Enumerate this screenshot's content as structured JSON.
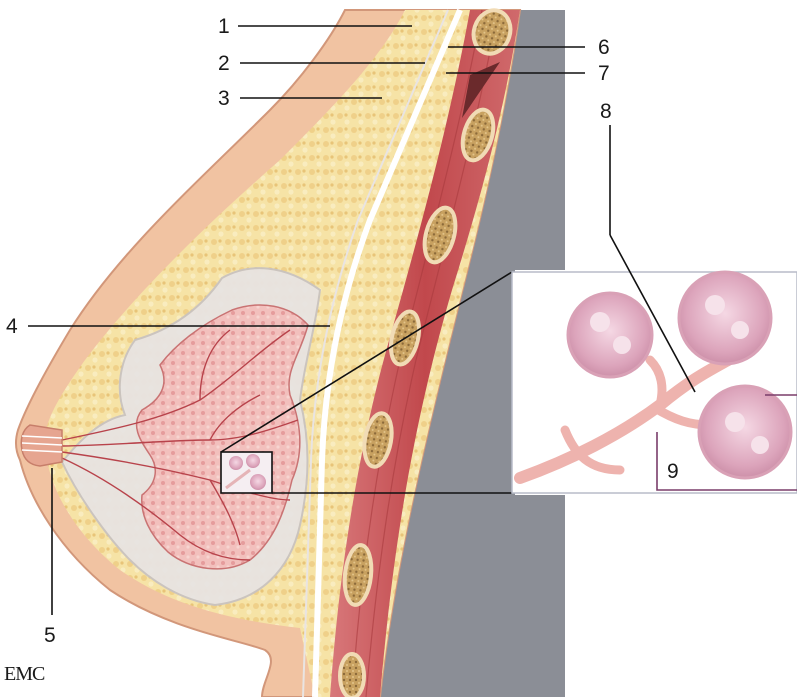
{
  "labels": [
    {
      "id": "1",
      "text": "1"
    },
    {
      "id": "2",
      "text": "2"
    },
    {
      "id": "3",
      "text": "3"
    },
    {
      "id": "4",
      "text": "4"
    },
    {
      "id": "5",
      "text": "5"
    },
    {
      "id": "6",
      "text": "6"
    },
    {
      "id": "7",
      "text": "7"
    },
    {
      "id": "8",
      "text": "8"
    },
    {
      "id": "9",
      "text": "9"
    }
  ],
  "logo": "EMC",
  "colors": {
    "skin": "#f2c6a4",
    "skin_outline": "#d79a7f",
    "fat": "#f5e0a0",
    "muscle": "#c9585a",
    "rib": "#c49a5a",
    "chest_wall": "#8a8d95",
    "gland": "#f0b7b4",
    "duct": "#e59a9a",
    "lobule": "#e3b4c6"
  }
}
